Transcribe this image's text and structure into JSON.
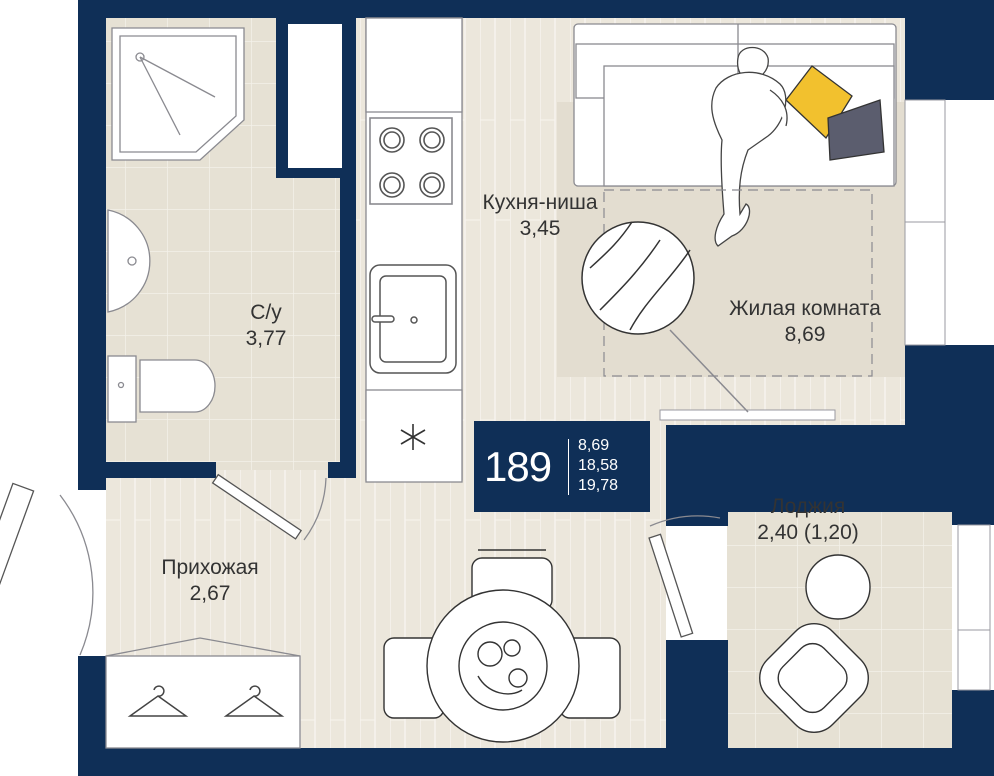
{
  "rooms": {
    "bathroom": {
      "name": "С/у",
      "area": "3,77"
    },
    "kitchen": {
      "name": "Кухня-ниша",
      "area": "3,45"
    },
    "living": {
      "name": "Жилая комната",
      "area": "8,69"
    },
    "hall": {
      "name": "Прихожая",
      "area": "2,67"
    },
    "loggia": {
      "name": "Лоджия",
      "area": "2,40 (1,20)"
    }
  },
  "badge": {
    "number": "189",
    "areas": [
      "8,69",
      "18,58",
      "19,78"
    ]
  },
  "colors": {
    "wall": "#0f2f57",
    "floor_tile": "#e6e1d4",
    "floor_wood": "#ece7dc",
    "carpet": "#e3ddd0",
    "accent_yellow": "#f2c12e",
    "accent_grey": "#5b5d6e"
  }
}
